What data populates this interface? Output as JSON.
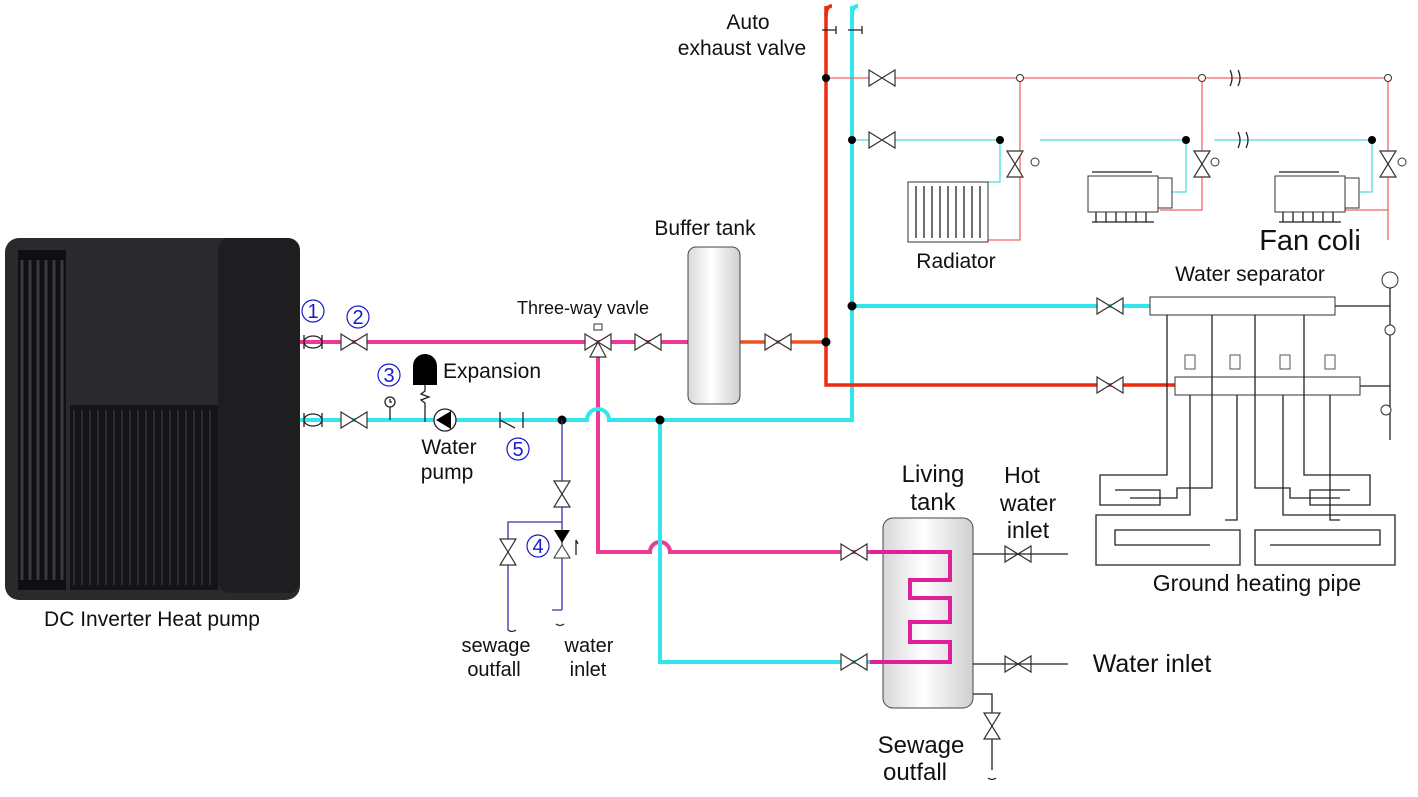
{
  "labels": {
    "auto_exhaust_1": "Auto",
    "auto_exhaust_2": "exhaust valve",
    "buffer_tank": "Buffer tank",
    "three_way": "Three-way vavle",
    "expansion": "Expansion",
    "water_pump_1": "Water",
    "water_pump_2": "pump",
    "radiator": "Radiator",
    "fan_coil": "Fan  coli",
    "water_separator": "Water separator",
    "living_tank_1": "Living",
    "living_tank_2": "tank",
    "hot_water_inlet_1": "Hot",
    "hot_water_inlet_2": "water",
    "hot_water_inlet_3": "inlet",
    "ground_heating": "Ground heating pipe",
    "water_inlet_right": "Water inlet",
    "sewage_right_1": "Sewage",
    "sewage_right_2": "outfall",
    "sewage_left_1": "sewage",
    "sewage_left_2": "outfall",
    "water_inlet_left_1": "water",
    "water_inlet_left_2": "inlet",
    "heat_pump": "DC Inverter Heat pump"
  },
  "markers": [
    "1",
    "2",
    "3",
    "4",
    "5"
  ],
  "colors": {
    "hot_loop": "#ee3a96",
    "return": "#33e6ee",
    "supply": "#ec2a10"
  }
}
